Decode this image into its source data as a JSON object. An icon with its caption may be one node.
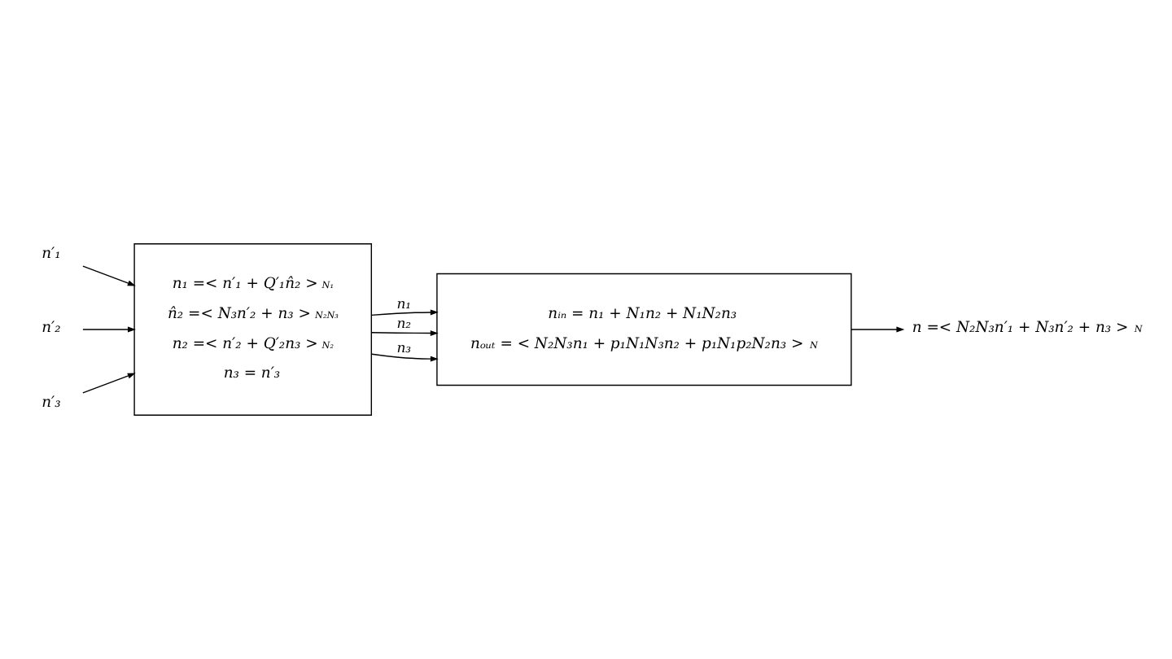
{
  "diagram": {
    "nodes": [
      {
        "text": [
          "n′₁"
        ]
      },
      {
        "text": [
          "n′₂"
        ]
      },
      {
        "text": [
          "n′₃"
        ]
      },
      {
        "text": [
          "n₁ =< n′₁ + Q′₁n̂₂ >$_{N₁}$",
          "n̂₂ =< N₃n′₂ + n₃ >$_{N₂N₃}$",
          "n₂ =< n′₂ + Q′₂n₃ >$_{N₂}$",
          "n₃ = n′₃"
        ]
      },
      {
        "text": [
          "nᵢₙ = n₁ + N₁n₂ + N₁N₂n₃",
          "nₒᵤₜ = < N₂N₃n₁ + p₁N₁N₃n₂ + p₁N₁p₂N₂n₃ >$_{N}$"
        ]
      },
      {
        "text": [
          "n =< N₂N₃n′₁ + N₃n′₂ + n₃ >$_{N}$"
        ]
      }
    ],
    "edges": [
      {
        "from": 0,
        "to": 3,
        "arrow": "to"
      },
      {
        "from": 1,
        "to": 3,
        "arrow": "to"
      },
      {
        "from": 2,
        "to": 3,
        "arrow": "to"
      },
      {
        "from": 3,
        "to": 4,
        "arrow": "to",
        "label": "n₁"
      },
      {
        "from": 3,
        "to": 4,
        "arrow": "to",
        "label": "n₂"
      },
      {
        "from": 3,
        "to": 4,
        "arrow": "to",
        "label": "n₃"
      },
      {
        "from": 4,
        "to": 5,
        "arrow": "to"
      }
    ]
  }
}
